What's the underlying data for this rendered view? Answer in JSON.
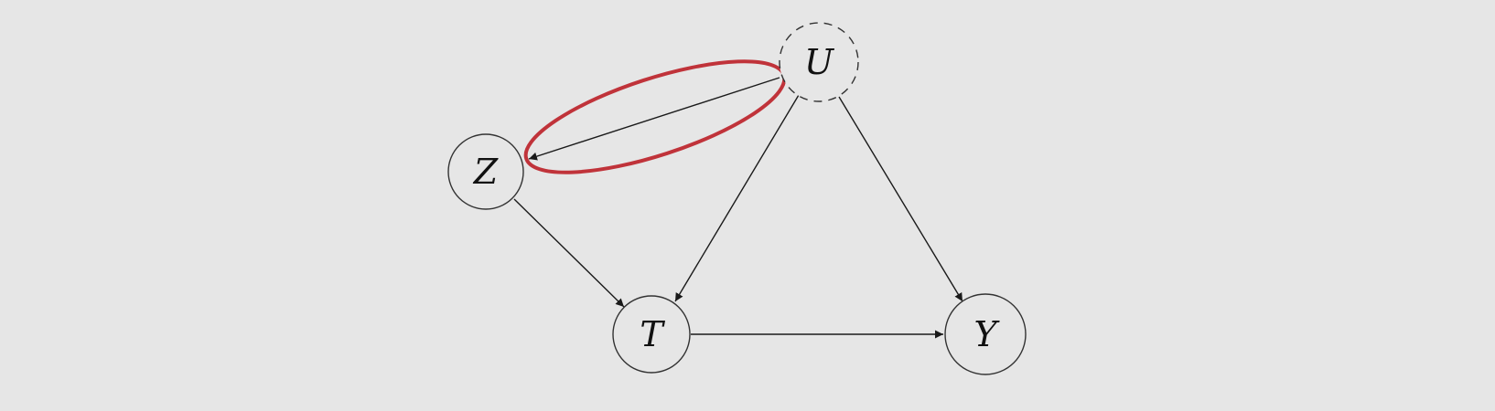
{
  "diagram": {
    "nodes": [
      {
        "id": "U",
        "label": "U",
        "style": "dashed",
        "observed": false
      },
      {
        "id": "Z",
        "label": "Z",
        "style": "solid",
        "observed": true
      },
      {
        "id": "T",
        "label": "T",
        "style": "solid",
        "observed": true
      },
      {
        "id": "Y",
        "label": "Y",
        "style": "solid",
        "observed": true
      }
    ],
    "edges": [
      {
        "from": "U",
        "to": "Z",
        "highlighted": true
      },
      {
        "from": "U",
        "to": "T",
        "highlighted": false
      },
      {
        "from": "U",
        "to": "Y",
        "highlighted": false
      },
      {
        "from": "Z",
        "to": "T",
        "highlighted": false
      },
      {
        "from": "T",
        "to": "Y",
        "highlighted": false
      }
    ],
    "colors": {
      "background": "#e6e6e6",
      "node_stroke": "#333333",
      "edge_stroke": "#1a1a1a",
      "highlight": "#c0333a",
      "text": "#111111"
    }
  }
}
